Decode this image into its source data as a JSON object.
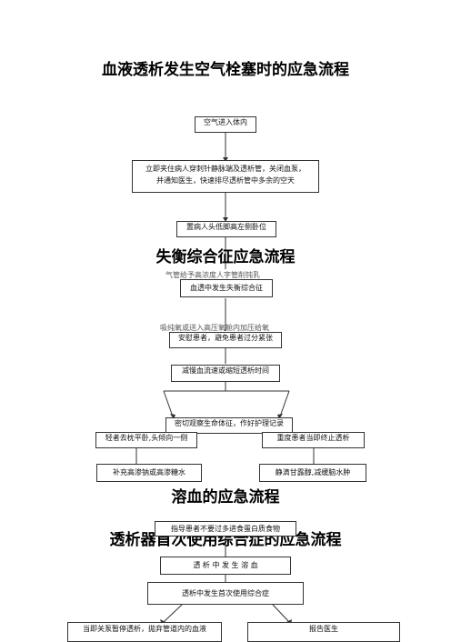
{
  "titles": {
    "t1": "血液透析发生空气栓塞时的应急流程",
    "t2": "失衡综合征应急流程",
    "t3": "溶血的应急流程",
    "t4": "透析器首次使用综合症的应急流程"
  },
  "boxes": {
    "b1": "空气进入体内",
    "b2_line1": "立即夹住病人穿刺针静脉端及透析管，关闭血泵，",
    "b2_line2": "并通知医生，快速排尽透析管中多余的空天",
    "b3": "置病人头低脚高左侧卧位",
    "b4": "血透中发生失衡综合征",
    "b5": "安慰患者，避免患者过分紧张",
    "b6": "减慢血流速或缩短透析时间",
    "b7": "密切观察生命体征，作好护理记录",
    "b8": "轻者去枕平卧,头倾向一侧",
    "b9": "重度患者当即终止透析",
    "b10": "补充高渗钠或高渗糖水",
    "b11": "静滴甘露醇,减缓脑水肿",
    "b12": "指导患者不要过多进食蛋白质食物",
    "b13": "透 析 中 发 生 溶 血",
    "b14": "透析中发生首次使用综合症",
    "b15": "当即关泵暂停透析，拋弃管道内的血液",
    "b16": "报告医生"
  },
  "ghost": {
    "g1": "气管给予高浓度人字管削钝乳",
    "g2": "吸纯氧或送入高压氧舱内加压给氧"
  }
}
